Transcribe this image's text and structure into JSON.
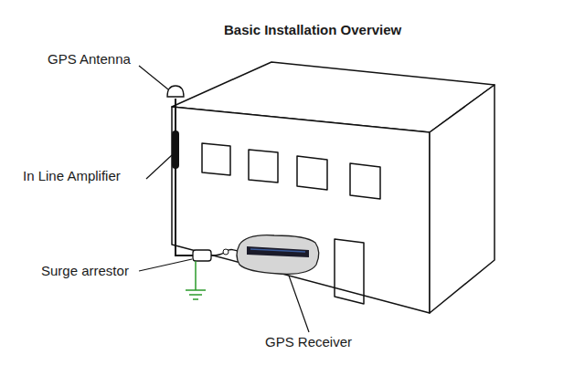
{
  "diagram": {
    "title": "Basic Installation Overview",
    "labels": [
      "GPS Antenna",
      "In Line Amplifier",
      "Surge arrestor",
      "GPS Receiver"
    ]
  }
}
